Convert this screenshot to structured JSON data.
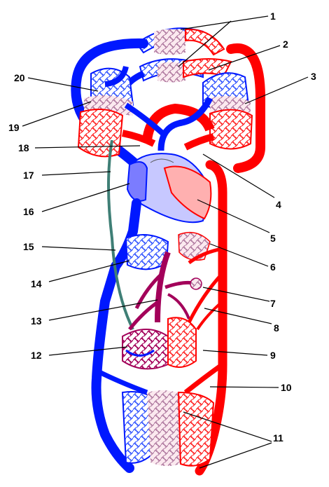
{
  "labels": [
    "1",
    "2",
    "3",
    "4",
    "5",
    "6",
    "7",
    "8",
    "9",
    "10",
    "11",
    "12",
    "13",
    "14",
    "15",
    "16",
    "17",
    "18",
    "19",
    "20"
  ],
  "colors": {
    "oxygenated": "#ff0000",
    "deoxygenated": "#0018ff",
    "portal": "#a3005a",
    "lymph": "#3f7f76",
    "capillary_light": "#ffe6e6",
    "atrium_right": "#7b7cff",
    "ventricle_right": "#c7c8ff",
    "heart_left": "#ffb0b0"
  }
}
